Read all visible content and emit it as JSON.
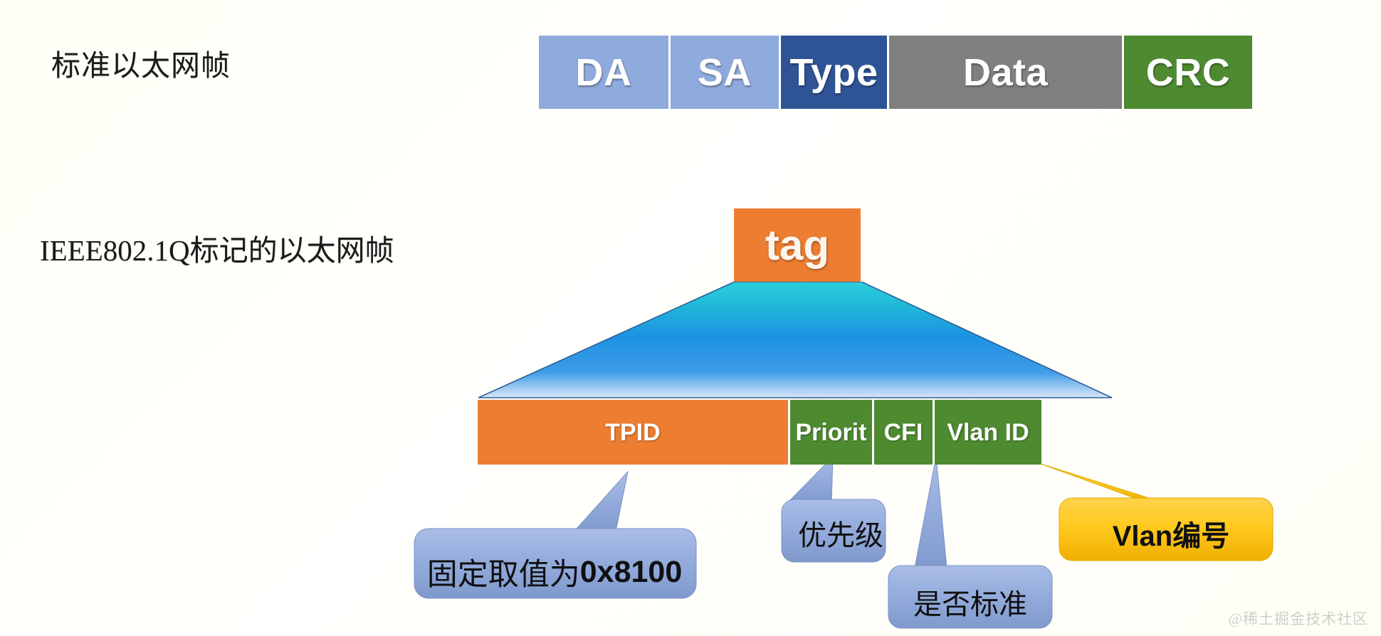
{
  "captions": {
    "standard_frame": "标准以太网帧",
    "dot1q_frame": "IEEE802.1Q标记的以太网帧"
  },
  "ethernet_frame": {
    "cells": [
      {
        "label": "DA",
        "color": "#8faadc"
      },
      {
        "label": "SA",
        "color": "#8faadc"
      },
      {
        "label": "Type",
        "color": "#2e5496"
      },
      {
        "label": "Data",
        "color": "#808080"
      },
      {
        "label": "CRC",
        "color": "#4e8a30"
      }
    ]
  },
  "tag": {
    "label": "tag",
    "color": "#ed7d31"
  },
  "tag_fields": [
    {
      "label": "TPID",
      "color": "#ed7d31"
    },
    {
      "label": "Priorit",
      "color": "#4e8a30"
    },
    {
      "label": "CFI",
      "color": "#4e8a30"
    },
    {
      "label": "Vlan  ID",
      "color": "#4e8a30"
    }
  ],
  "callouts": [
    {
      "id": "tpid",
      "text_prefix": "固定取值为",
      "text_value": "0x8100",
      "style": "blue",
      "target": "TPID"
    },
    {
      "id": "priority",
      "text": "优先级",
      "style": "blue",
      "target": "Priorit"
    },
    {
      "id": "cfi",
      "text": "是否标准",
      "style": "blue",
      "target": "CFI"
    },
    {
      "id": "vlan",
      "text": "Vlan编号",
      "style": "yellow",
      "target": "Vlan  ID"
    }
  ],
  "colors": {
    "callout_blue": "#8ea9db",
    "callout_yellow": "#ffc000",
    "funnel_top": "#24c6d6",
    "funnel_mid": "#1b8fe0",
    "funnel_bottom": "#cfe0f5",
    "background": "#fffffa"
  },
  "watermark": "@稀土掘金技术社区"
}
